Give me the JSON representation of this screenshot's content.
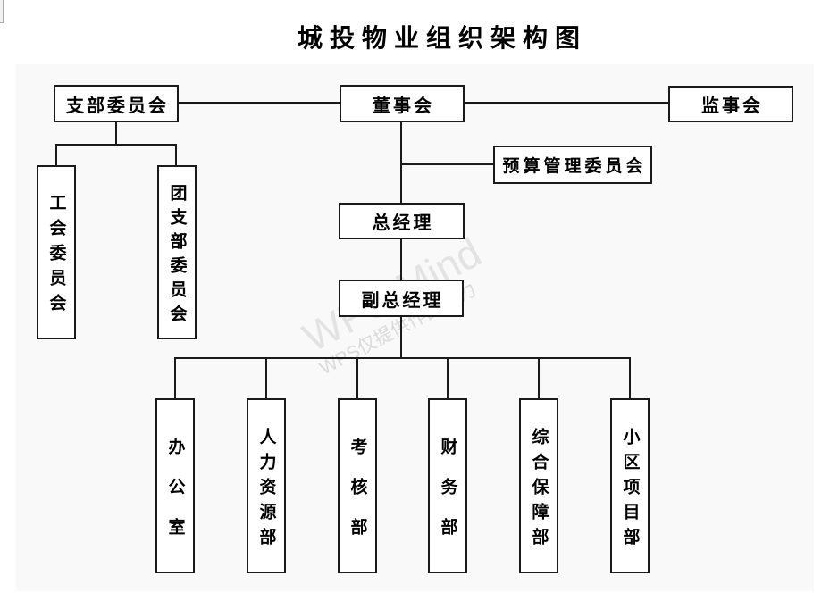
{
  "title": "城投物业组织架构图",
  "watermark": {
    "brand": "WPS Mind",
    "note": "WPS仅提供作图能力"
  },
  "colors": {
    "line": "#1a1a1a",
    "node_border": "#1a1a1a",
    "node_fill": "#ffffff",
    "canvas_bg": "#f9f9f9",
    "watermark": "#e3e3e3"
  },
  "org": {
    "nodes": [
      {
        "id": "branch-committee",
        "label": "支部委员会",
        "orientation": "horizontal"
      },
      {
        "id": "board-of-directors",
        "label": "董事会",
        "orientation": "horizontal"
      },
      {
        "id": "supervisory-board",
        "label": "监事会",
        "orientation": "horizontal"
      },
      {
        "id": "budget-management-committee",
        "label": "预算管理委员会",
        "orientation": "horizontal"
      },
      {
        "id": "general-manager",
        "label": "总经理",
        "orientation": "horizontal"
      },
      {
        "id": "deputy-general-manager",
        "label": "副总经理",
        "orientation": "horizontal"
      },
      {
        "id": "labor-union-committee",
        "label": "工会委员会",
        "orientation": "vertical"
      },
      {
        "id": "youth-league-branch-committee",
        "label": "团支部委员会",
        "orientation": "vertical"
      },
      {
        "id": "office",
        "label": "办公室",
        "orientation": "vertical"
      },
      {
        "id": "human-resources-dept",
        "label": "人力资源部",
        "orientation": "vertical"
      },
      {
        "id": "assessment-dept",
        "label": "考核部",
        "orientation": "vertical"
      },
      {
        "id": "finance-dept",
        "label": "财务部",
        "orientation": "vertical"
      },
      {
        "id": "general-support-dept",
        "label": "综合保障部",
        "orientation": "vertical"
      },
      {
        "id": "community-project-dept",
        "label": "小区项目部",
        "orientation": "vertical"
      }
    ],
    "edges": [
      {
        "from": "branch-committee",
        "to": "board-of-directors",
        "type": "peer"
      },
      {
        "from": "board-of-directors",
        "to": "supervisory-board",
        "type": "peer"
      },
      {
        "from": "branch-committee",
        "to": "labor-union-committee",
        "type": "child"
      },
      {
        "from": "branch-committee",
        "to": "youth-league-branch-committee",
        "type": "child"
      },
      {
        "from": "board-of-directors",
        "to": "budget-management-committee",
        "type": "side"
      },
      {
        "from": "board-of-directors",
        "to": "general-manager",
        "type": "child"
      },
      {
        "from": "general-manager",
        "to": "deputy-general-manager",
        "type": "child"
      },
      {
        "from": "deputy-general-manager",
        "to": "office",
        "type": "child"
      },
      {
        "from": "deputy-general-manager",
        "to": "human-resources-dept",
        "type": "child"
      },
      {
        "from": "deputy-general-manager",
        "to": "assessment-dept",
        "type": "child"
      },
      {
        "from": "deputy-general-manager",
        "to": "finance-dept",
        "type": "child"
      },
      {
        "from": "deputy-general-manager",
        "to": "general-support-dept",
        "type": "child"
      },
      {
        "from": "deputy-general-manager",
        "to": "community-project-dept",
        "type": "child"
      }
    ]
  }
}
